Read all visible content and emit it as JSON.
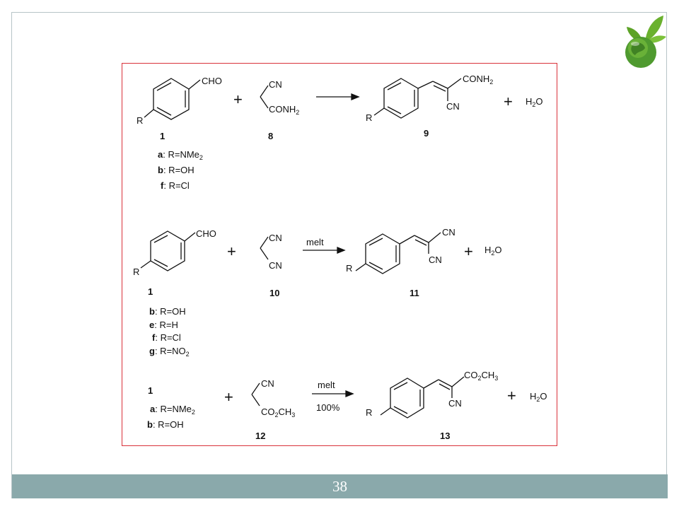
{
  "page": {
    "number": "38"
  },
  "logo": {
    "icon": "globe-with-leaves-icon",
    "colors": {
      "globe": "#4f9a2f",
      "leaves": "#6ab12e"
    }
  },
  "scheme": {
    "border_color": "#d9313a",
    "reaction1": {
      "substituent": "R",
      "aldehyde": "CHO",
      "reagent_top": "CN",
      "reagent_bottom": "CONH2",
      "reactant1_label": "1",
      "reactant2_label": "8",
      "product_top": "CONH2",
      "product_bottom": "CN",
      "product_label": "9",
      "byproduct": "H2O",
      "variants": [
        {
          "key": "a",
          "text": ": R=NMe2"
        },
        {
          "key": "b",
          "text": ": R=OH"
        },
        {
          "key": "f",
          "text": ": R=Cl"
        }
      ]
    },
    "reaction2": {
      "substituent": "R",
      "aldehyde": "CHO",
      "reagent_top": "CN",
      "reagent_bottom": "CN",
      "condition": "melt",
      "reactant1_label": "1",
      "reactant2_label": "10",
      "product_top": "CN",
      "product_bottom": "CN",
      "product_label": "11",
      "byproduct": "H2O",
      "variants": [
        {
          "key": "b",
          "text": ": R=OH"
        },
        {
          "key": "e",
          "text": ": R=H"
        },
        {
          "key": "f",
          "text": ": R=Cl"
        },
        {
          "key": "g",
          "text": ": R=NO2"
        }
      ]
    },
    "reaction3": {
      "substituent": "R",
      "reactant1_label": "1",
      "reagent_top": "CN",
      "reagent_bottom": "CO2CH3",
      "condition_top": "melt",
      "condition_bottom": "100%",
      "reactant2_label": "12",
      "product_top": "CO2CH3",
      "product_bottom": "CN",
      "product_label": "13",
      "byproduct": "H2O",
      "variants": [
        {
          "key": "a",
          "text": ": R=NMe2"
        },
        {
          "key": "b",
          "text": ": R=OH"
        }
      ]
    }
  }
}
